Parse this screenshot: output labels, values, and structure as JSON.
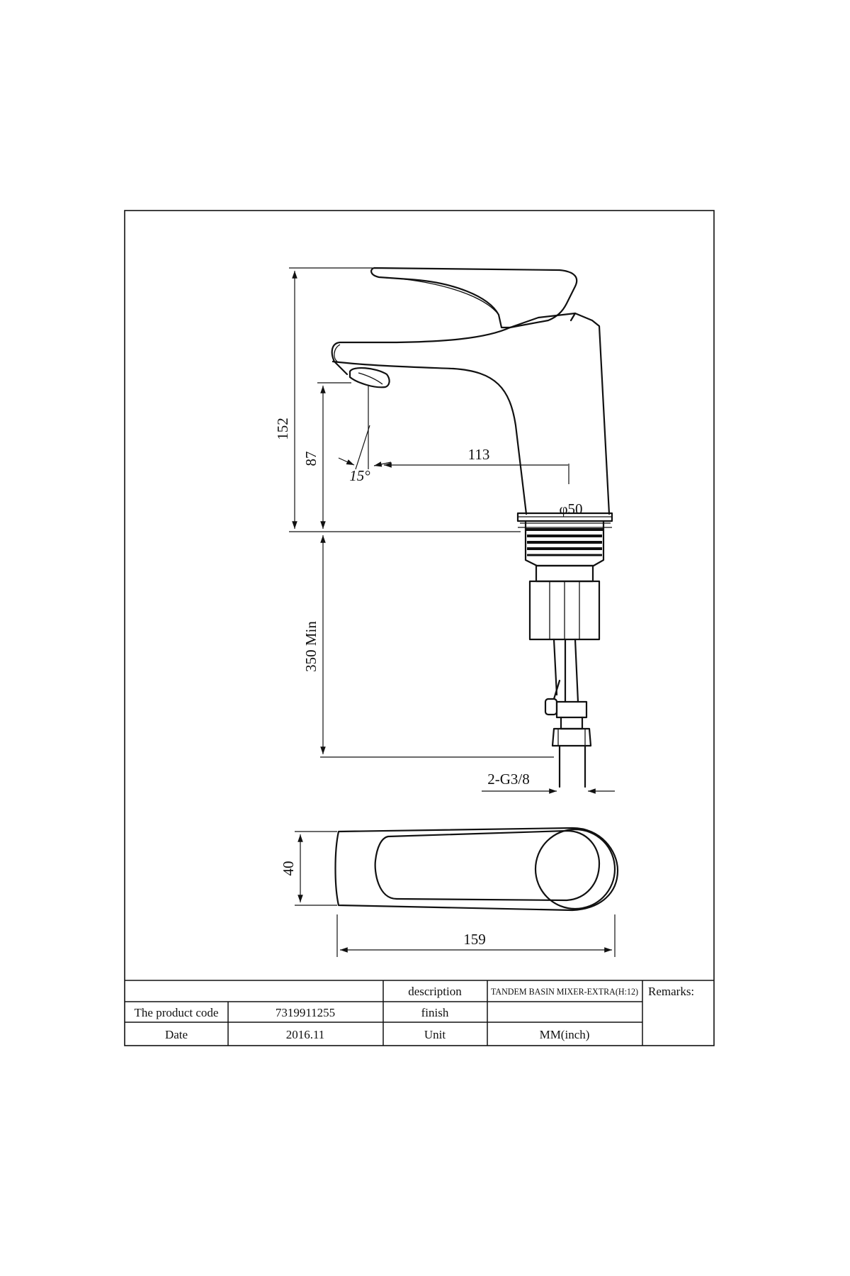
{
  "dimensions": {
    "total_height": "152",
    "spout_height": "87",
    "spout_reach": "113",
    "spray_angle": "15°",
    "base_diameter": "φ50",
    "min_hose_length": "350 Min",
    "connection": "2-G3/8",
    "handle_width": "40",
    "overall_length": "159"
  },
  "title_block": {
    "description_label": "description",
    "description_value": "TANDEM BASIN MIXER-EXTRA(H:12)",
    "product_code_label": "The product code",
    "product_code_value": "7319911255",
    "finish_label": "finish",
    "finish_value": "",
    "date_label": "Date",
    "date_value": "2016.11",
    "unit_label": "Unit",
    "unit_value": "MM(inch)",
    "remarks_label": "Remarks:"
  }
}
